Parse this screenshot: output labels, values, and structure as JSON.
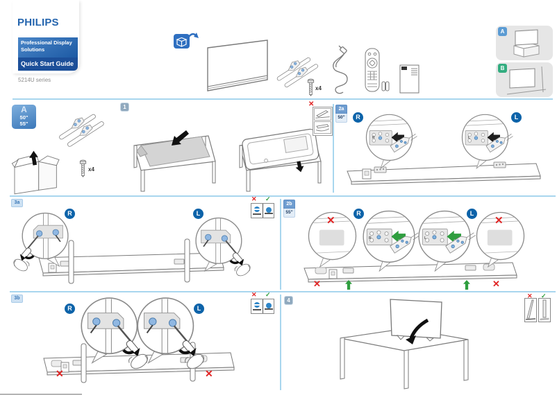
{
  "header": {
    "brand": "PHILIPS",
    "subtitle_line1": "Professional Display",
    "subtitle_line2": "Solutions",
    "title": "Quick Start Guide",
    "series": "5214U series"
  },
  "contents": {
    "screw_count": "x4"
  },
  "mount_options": {
    "table_stand_label": "A",
    "wall_mount_label": "B"
  },
  "marks": {
    "cross": "✕",
    "check": "✓"
  },
  "steps": {
    "a": {
      "label": "A",
      "size_50": "50\"",
      "size_55": "55\"",
      "screw_count": "x4"
    },
    "s1": {
      "label": "1"
    },
    "s2a": {
      "label": "2a",
      "size": "50\"",
      "right": "R",
      "left": "L"
    },
    "s2b": {
      "label": "2b",
      "size": "55\"",
      "right": "R",
      "left": "L"
    },
    "s3a": {
      "label": "3a",
      "right": "R",
      "left": "L"
    },
    "s3b": {
      "label": "3b",
      "right": "R",
      "left": "L"
    },
    "s4": {
      "label": "4"
    }
  },
  "colors": {
    "philips_blue": "#2565ae",
    "header_band_blue": "#2f6db8",
    "header_band_dark": "#1c4f99",
    "divider_blue": "#a8d6ee",
    "option_a_blue": "#5b9bd3",
    "option_b_green": "#33ad80",
    "rl_badge_blue": "#0d63a9",
    "error_red": "#e02424",
    "ok_green": "#2f9e3f",
    "panel_gray": "#e6e6e6"
  }
}
